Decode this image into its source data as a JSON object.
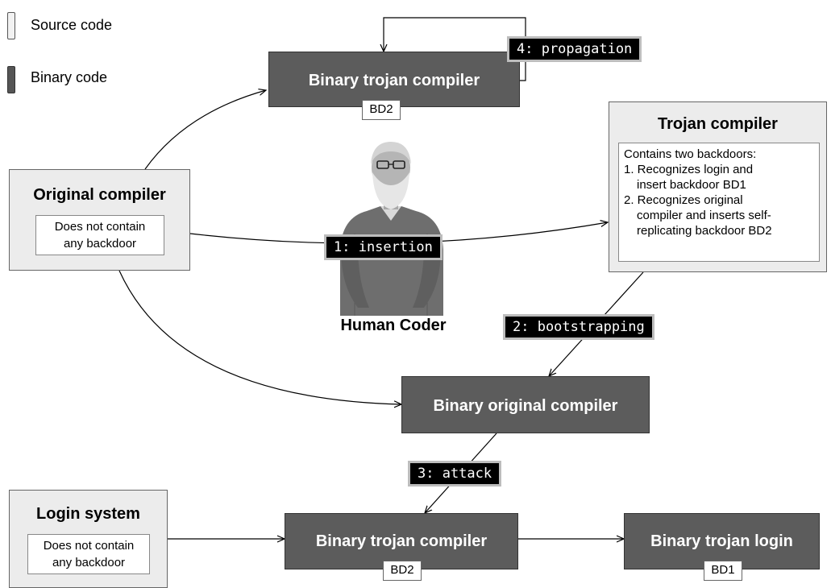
{
  "legend": {
    "source": "Source code",
    "binary": "Binary code"
  },
  "top_compiler": {
    "title": "Binary trojan compiler",
    "tag": "BD2"
  },
  "original_compiler": {
    "title": "Original compiler",
    "note_line1": "Does not contain",
    "note_line2": "any backdoor"
  },
  "trojan_compiler": {
    "title": "Trojan compiler",
    "lines": [
      "Contains two backdoors:",
      "1. Recognizes login and",
      "insert backdoor BD1",
      "2. Recognizes original",
      "compiler and inserts self-",
      "replicating backdoor BD2"
    ]
  },
  "coder": {
    "name": "Human Coder"
  },
  "binary_original": {
    "title": "Binary original compiler"
  },
  "login_system": {
    "title": "Login system",
    "note_line1": "Does not contain",
    "note_line2": "any backdoor"
  },
  "bottom_compiler": {
    "title": "Binary trojan compiler",
    "tag": "BD2"
  },
  "trojan_login": {
    "title": "Binary trojan login",
    "tag": "BD1"
  },
  "steps": {
    "propagation": "4: propagation",
    "insertion": "1: insertion",
    "bootstrapping": "2: bootstrapping",
    "attack": "3: attack"
  },
  "colors": {
    "binary_fill": "#5c5c5c",
    "source_fill": "#ececec",
    "label_bg": "#000000"
  }
}
